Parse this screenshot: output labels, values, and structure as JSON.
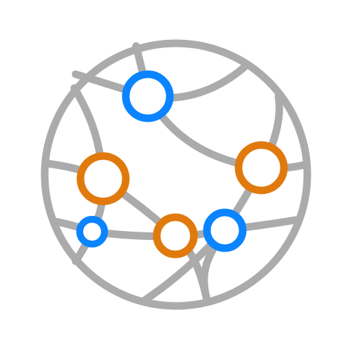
{
  "icon": {
    "name": "global-network-icon",
    "colors": {
      "globe": "#ababab",
      "node_orange": "#e07a0c",
      "node_blue": "#0a84ff",
      "background": "#ffffff"
    },
    "nodes": [
      {
        "name": "node-blue-top",
        "color": "blue"
      },
      {
        "name": "node-orange-left",
        "color": "orange"
      },
      {
        "name": "node-orange-right",
        "color": "orange"
      },
      {
        "name": "node-blue-small-left",
        "color": "blue"
      },
      {
        "name": "node-orange-bottom",
        "color": "orange"
      },
      {
        "name": "node-blue-bottom-right",
        "color": "blue"
      }
    ]
  }
}
